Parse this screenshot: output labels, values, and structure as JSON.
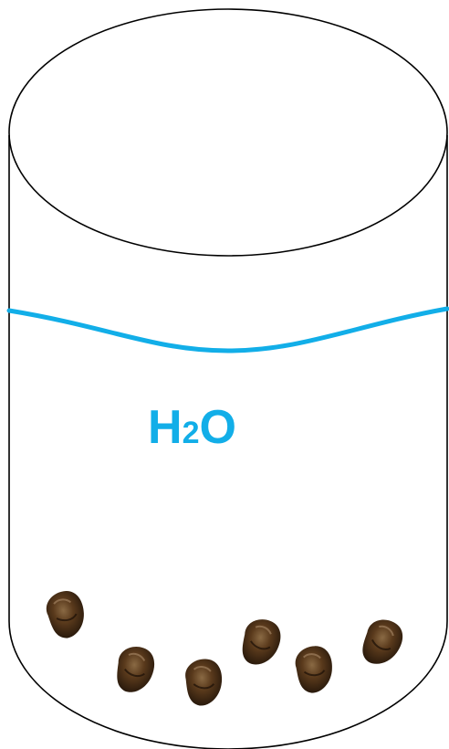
{
  "diagram": {
    "formula": {
      "element_1": "H",
      "subscript": "2",
      "element_2": "O"
    },
    "colors": {
      "water_line": "#12aee8",
      "formula_text": "#12aee8",
      "outline": "#000000",
      "pebble_dark": "#2a1a0c",
      "pebble_mid": "#5a3a1c",
      "pebble_light": "#8a6a44"
    },
    "pebble_count": 6
  }
}
